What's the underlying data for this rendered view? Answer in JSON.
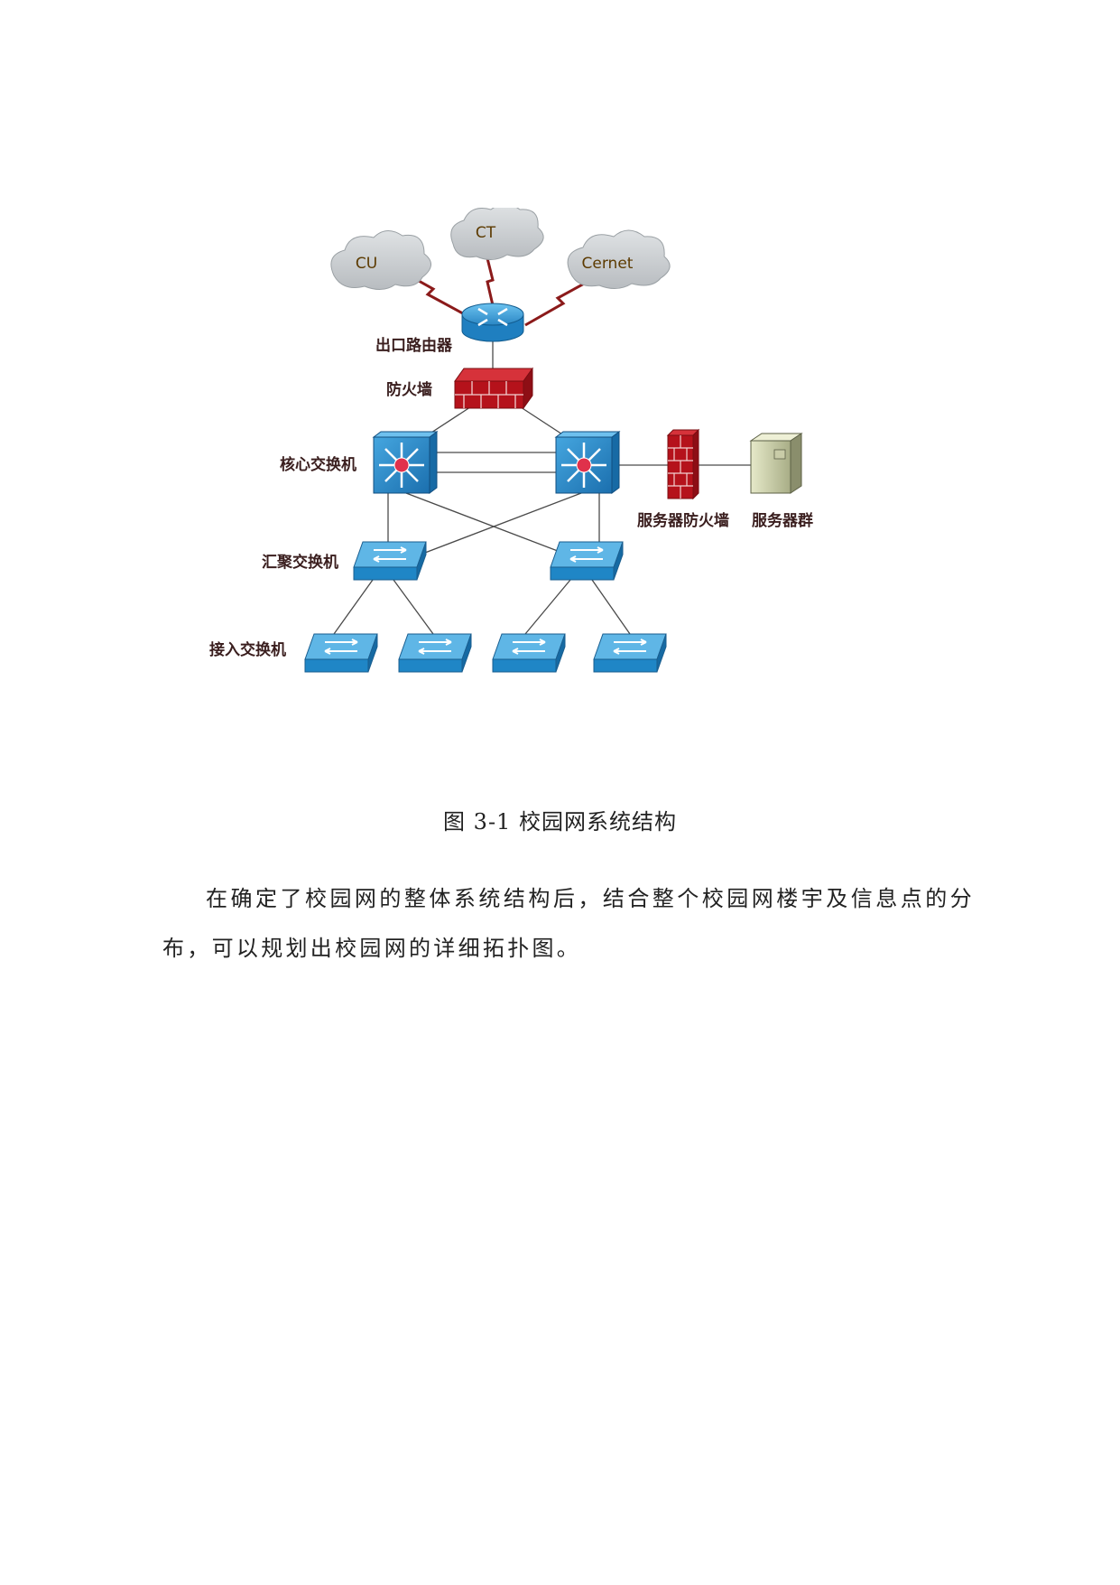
{
  "figure": {
    "clouds": [
      "CU",
      "CT",
      "Cernet"
    ],
    "labels": {
      "router": "出口路由器",
      "firewall": "防火墙",
      "core": "核心交换机",
      "aggregation": "汇聚交换机",
      "access": "接入交换机",
      "server_firewall": "服务器防火墙",
      "servers": "服务器群"
    }
  },
  "caption": "图 3-1  校园网系统结构",
  "paragraph": "在确定了校园网的整体系统结构后，结合整个校园网楼宇及信息点的分布，可以规划出校园网的详细拓扑图。",
  "colors": {
    "cloud": "#c9cdd0",
    "wan_link": "#8b1a1a",
    "router": "#2b86c4",
    "firewall": "#b5121b",
    "switch": "#1e88c8",
    "core_center": "#e0314b"
  }
}
